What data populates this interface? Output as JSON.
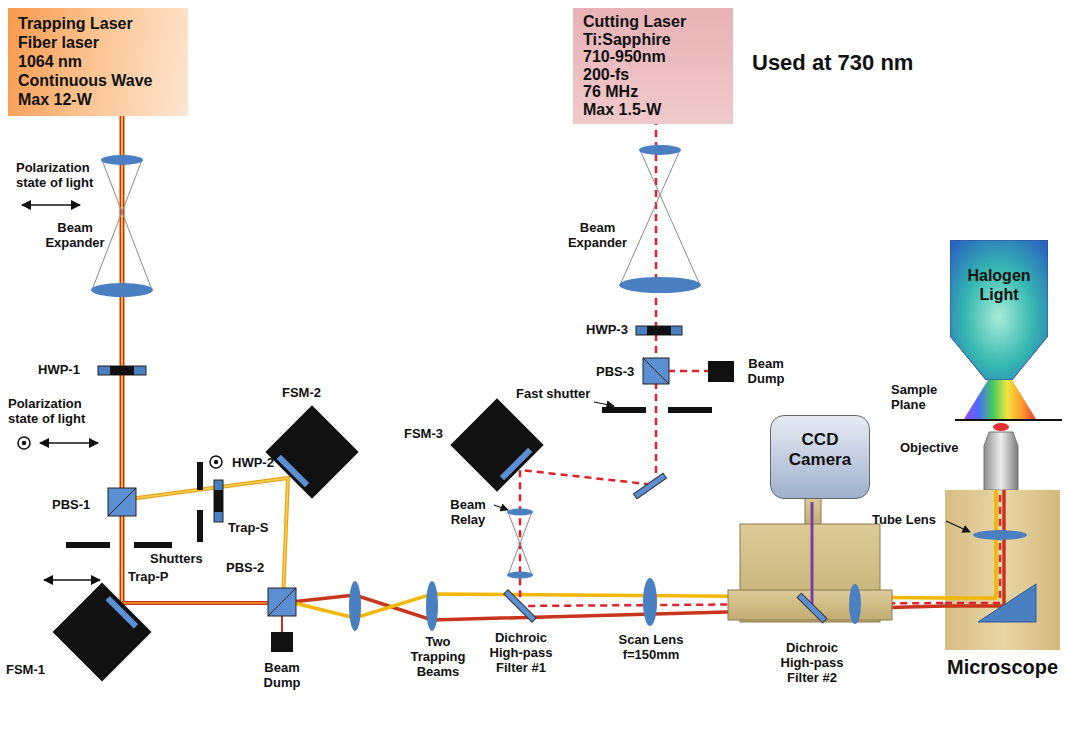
{
  "diagram": {
    "nodes": [
      {
        "text": [
          "Trapping Laser",
          "Fiber laser",
          "1064 nm",
          "Continuous Wave",
          "Max 12-W"
        ]
      },
      {
        "text": [
          "Cutting Laser",
          "Ti:Sapphire",
          "710-950nm",
          "200-fs",
          "76 MHz",
          "Max 1.5-W"
        ]
      },
      {
        "text": [
          "Halogen Light"
        ]
      },
      {
        "text": [
          "CCD Camera"
        ]
      },
      {
        "text": [
          "Microscope"
        ]
      }
    ],
    "labels": [
      "Used at 730 nm",
      "Polarization state of light",
      "Beam Expander",
      "HWP-1",
      "Polarization state of light",
      "PBS-1",
      "HWP-2",
      "Shutters",
      "Trap-S",
      "Trap-P",
      "FSM-1",
      "FSM-2",
      "PBS-2",
      "Beam Dump",
      "Beam Relay",
      "Two Trapping Beams",
      "Dichroic High-pass Filter #1",
      "Scan Lens f=150mm",
      "Dichroic High-pass Filter #2",
      "Tube Lens",
      "Sample Plane",
      "Objective",
      "Beam Expander",
      "HWP-3",
      "PBS-3",
      "Beam Dump",
      "Fast shutter",
      "FSM-3"
    ]
  }
}
